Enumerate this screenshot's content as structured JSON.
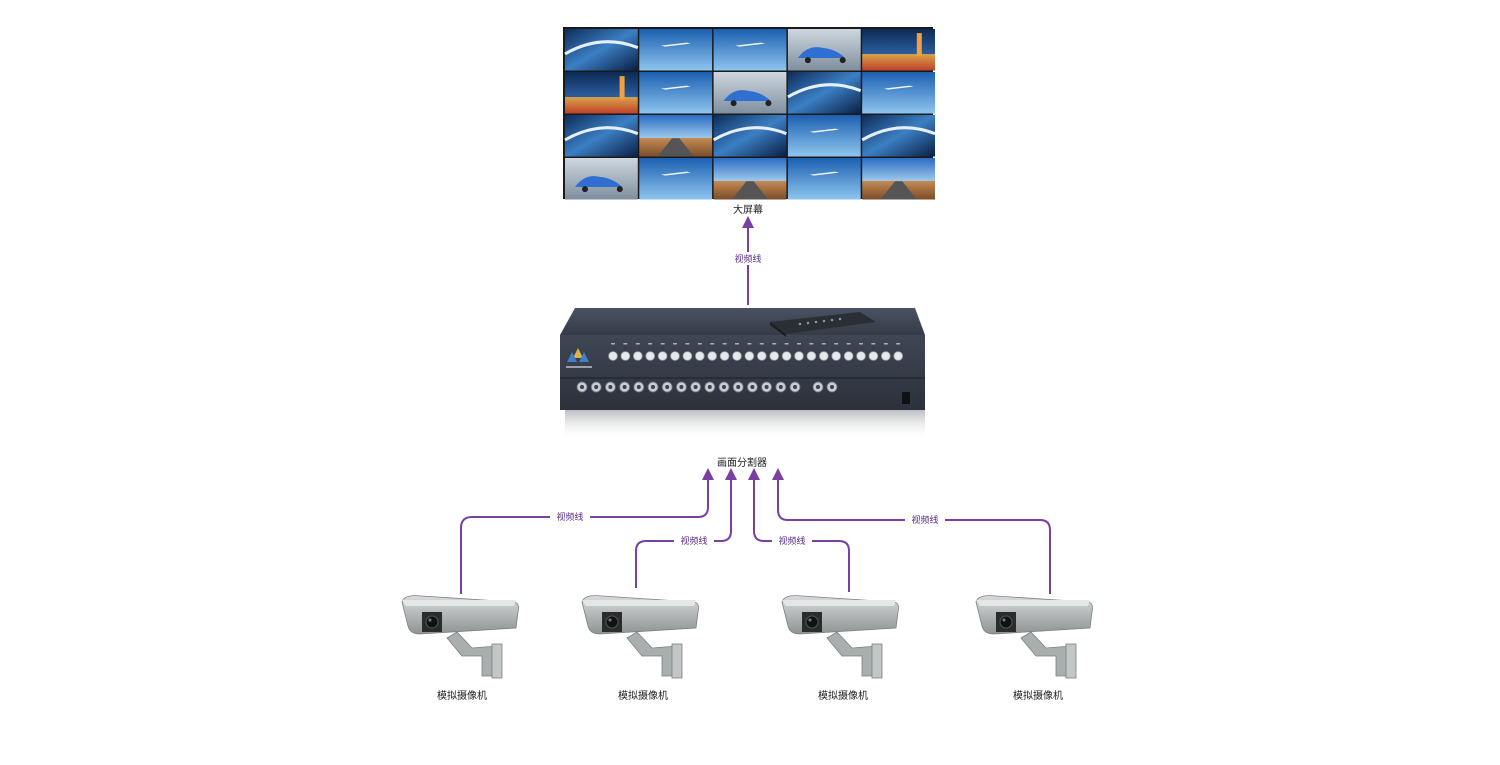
{
  "colors": {
    "wire": "#7a3fa3",
    "wire_label": "#5a2a82",
    "device_body": "#3b4250",
    "camera_body": "#b9bcbc"
  },
  "nodes": {
    "screen": {
      "label": "大屏幕",
      "tile_count": 20
    },
    "splitter": {
      "label": "画面分割器"
    },
    "cameras": [
      {
        "label": "模拟摄像机"
      },
      {
        "label": "模拟摄像机"
      },
      {
        "label": "模拟摄像机"
      },
      {
        "label": "模拟摄像机"
      }
    ]
  },
  "edges": {
    "splitter_to_screen": {
      "label": "视频线"
    },
    "camera_links": [
      {
        "label": "视频线"
      },
      {
        "label": "视频线"
      },
      {
        "label": "视频线"
      },
      {
        "label": "视频线"
      }
    ]
  }
}
